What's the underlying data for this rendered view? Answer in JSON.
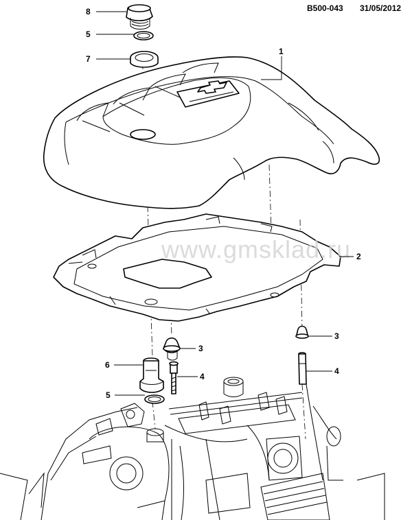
{
  "header": {
    "diagram_code": "B500-043",
    "date": "31/05/2012"
  },
  "watermark": "www.gmsklad.ru",
  "callouts": [
    {
      "id": "callout-8-top",
      "label": "8"
    },
    {
      "id": "callout-5-top",
      "label": "5"
    },
    {
      "id": "callout-7",
      "label": "7"
    },
    {
      "id": "callout-1",
      "label": "1"
    },
    {
      "id": "callout-2",
      "label": "2"
    },
    {
      "id": "callout-3-left",
      "label": "3"
    },
    {
      "id": "callout-3-right",
      "label": "3"
    },
    {
      "id": "callout-6",
      "label": "6"
    },
    {
      "id": "callout-4-left",
      "label": "4"
    },
    {
      "id": "callout-4-right",
      "label": "4"
    },
    {
      "id": "callout-5-bottom",
      "label": "5"
    }
  ]
}
